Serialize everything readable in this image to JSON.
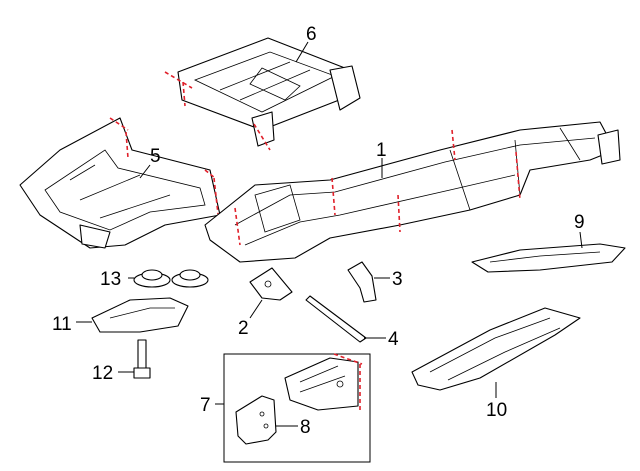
{
  "diagram": {
    "callouts": {
      "c1": "1",
      "c2": "2",
      "c3": "3",
      "c4": "4",
      "c5": "5",
      "c6": "6",
      "c7": "7",
      "c8": "8",
      "c9": "9",
      "c10": "10",
      "c11": "11",
      "c12": "12",
      "c13": "13"
    },
    "colors": {
      "line": "#000000",
      "cut_line": "#e0202a",
      "background": "#ffffff"
    }
  }
}
